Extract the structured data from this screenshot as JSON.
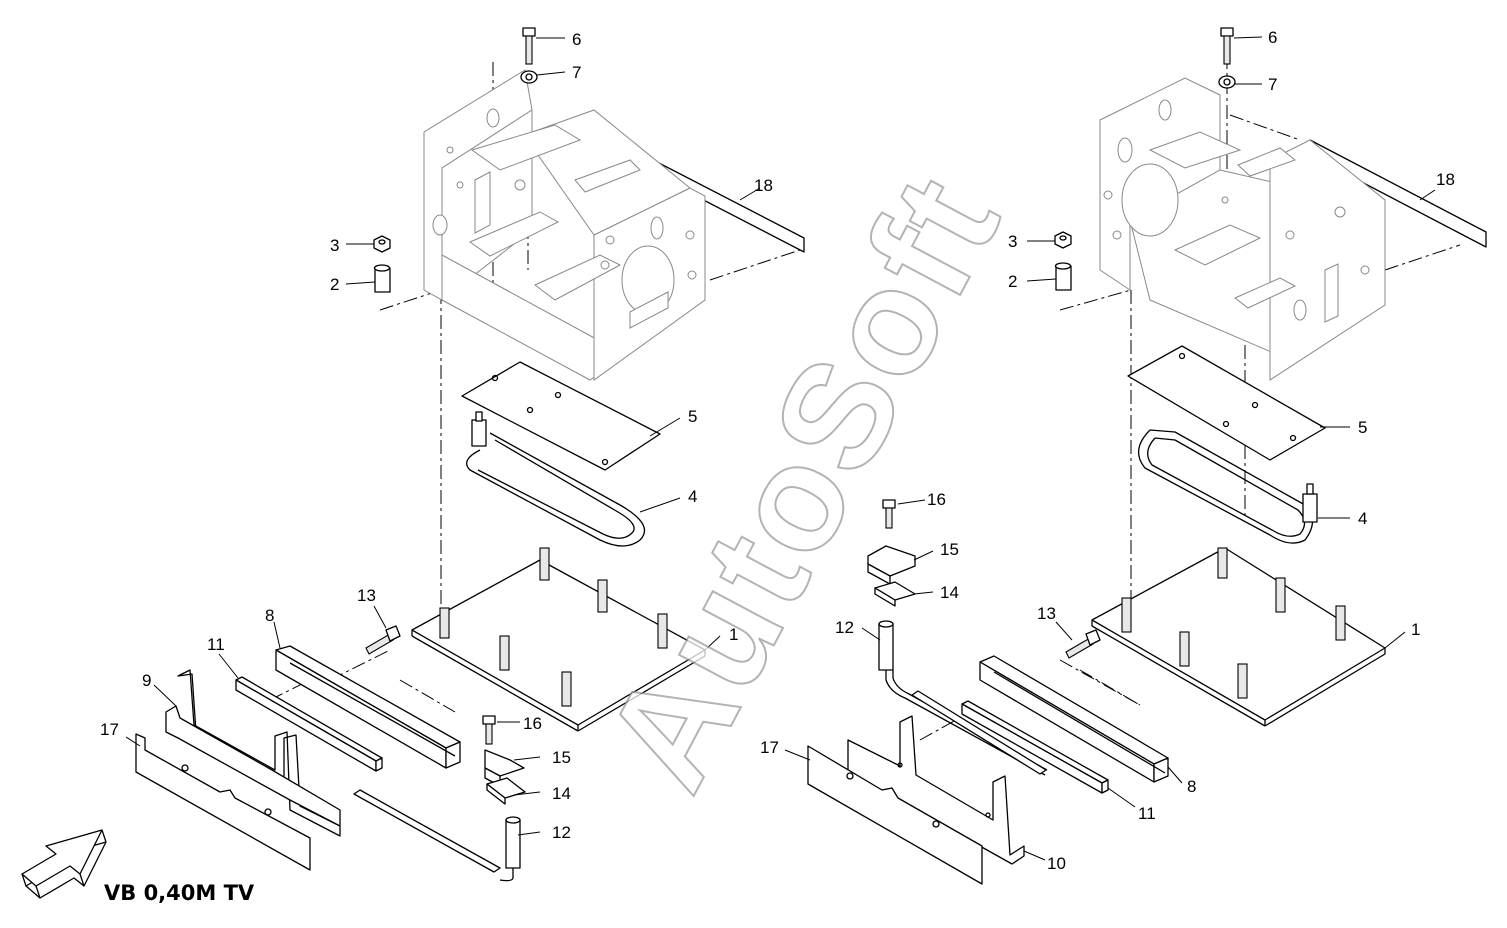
{
  "watermark": "AutoSoft",
  "caption": "VB 0,40M TV",
  "icons": {
    "direction_arrow": "hollow-3d-arrow-icon"
  },
  "left_assembly": {
    "callouts": [
      "6",
      "7",
      "18",
      "3",
      "2",
      "5",
      "4",
      "1",
      "13",
      "8",
      "11",
      "9",
      "17",
      "16",
      "15",
      "14",
      "12"
    ]
  },
  "right_assembly": {
    "callouts": [
      "6",
      "7",
      "18",
      "3",
      "2",
      "5",
      "4",
      "16",
      "15",
      "14",
      "12",
      "1",
      "13",
      "17",
      "8",
      "11",
      "10"
    ]
  }
}
